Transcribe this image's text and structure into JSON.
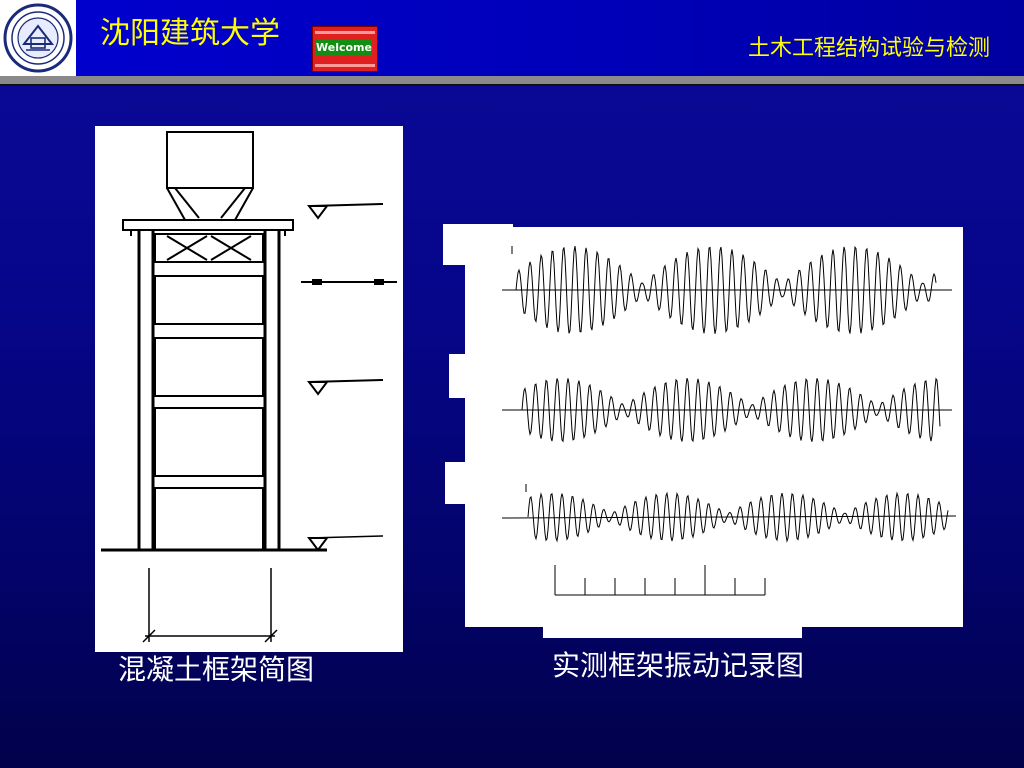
{
  "header": {
    "school_name": "沈阳建筑大学",
    "welcome_badge": "Welcome",
    "course_title": "土木工程结构试验与检测"
  },
  "left_figure": {
    "caption": "混凝土框架简图"
  },
  "right_figure": {
    "caption": "实测框架振动记录图"
  },
  "colors": {
    "background": "#06068a",
    "header_text": "#ffff00",
    "caption_text": "#ffffff",
    "divider": "#8a8a8a"
  }
}
